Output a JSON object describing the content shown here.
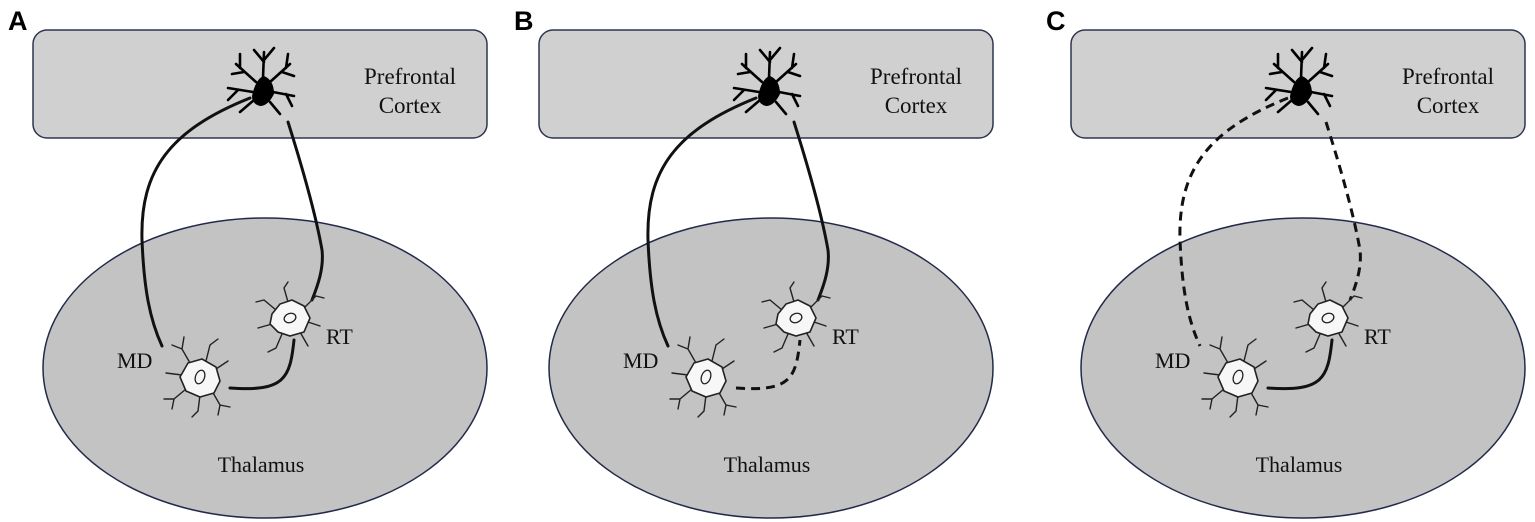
{
  "panels": [
    {
      "letter": "A",
      "cortex_label_line1": "Prefrontal",
      "cortex_label_line2": "Cortex",
      "region_label": "Thalamus",
      "md_label": "MD",
      "rt_label": "RT",
      "connections": {
        "pfc_to_md": "solid",
        "pfc_to_rt": "solid",
        "md_to_rt": "solid"
      }
    },
    {
      "letter": "B",
      "cortex_label_line1": "Prefrontal",
      "cortex_label_line2": "Cortex",
      "region_label": "Thalamus",
      "md_label": "MD",
      "rt_label": "RT",
      "connections": {
        "pfc_to_md": "solid",
        "pfc_to_rt": "solid",
        "md_to_rt": "dashed"
      }
    },
    {
      "letter": "C",
      "cortex_label_line1": "Prefrontal",
      "cortex_label_line2": "Cortex",
      "region_label": "Thalamus",
      "md_label": "MD",
      "rt_label": "RT",
      "connections": {
        "pfc_to_md": "dashed",
        "pfc_to_rt": "dashed",
        "md_to_rt": "solid"
      }
    }
  ],
  "colors": {
    "cortex_fill": "#d0d0d0",
    "thalamus_fill": "#c3c3c3",
    "outline": "#22294a",
    "pathway": "#111111"
  }
}
